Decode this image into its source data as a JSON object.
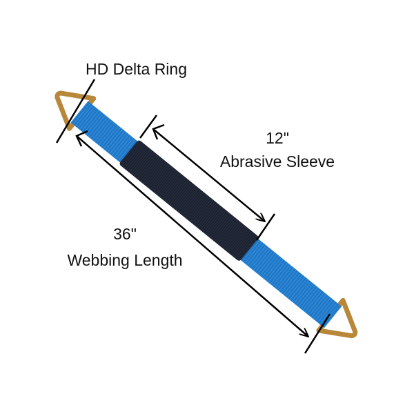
{
  "labels": {
    "ring": "HD Delta Ring",
    "sleeve_length": "12\"",
    "sleeve_name": "Abrasive Sleeve",
    "webbing_length": "36\"",
    "webbing_name": "Webbing Length"
  },
  "colors": {
    "webbing": "#1f78c8",
    "sleeve": "#1c2130",
    "ring": "#b8873a",
    "line": "#000000"
  }
}
